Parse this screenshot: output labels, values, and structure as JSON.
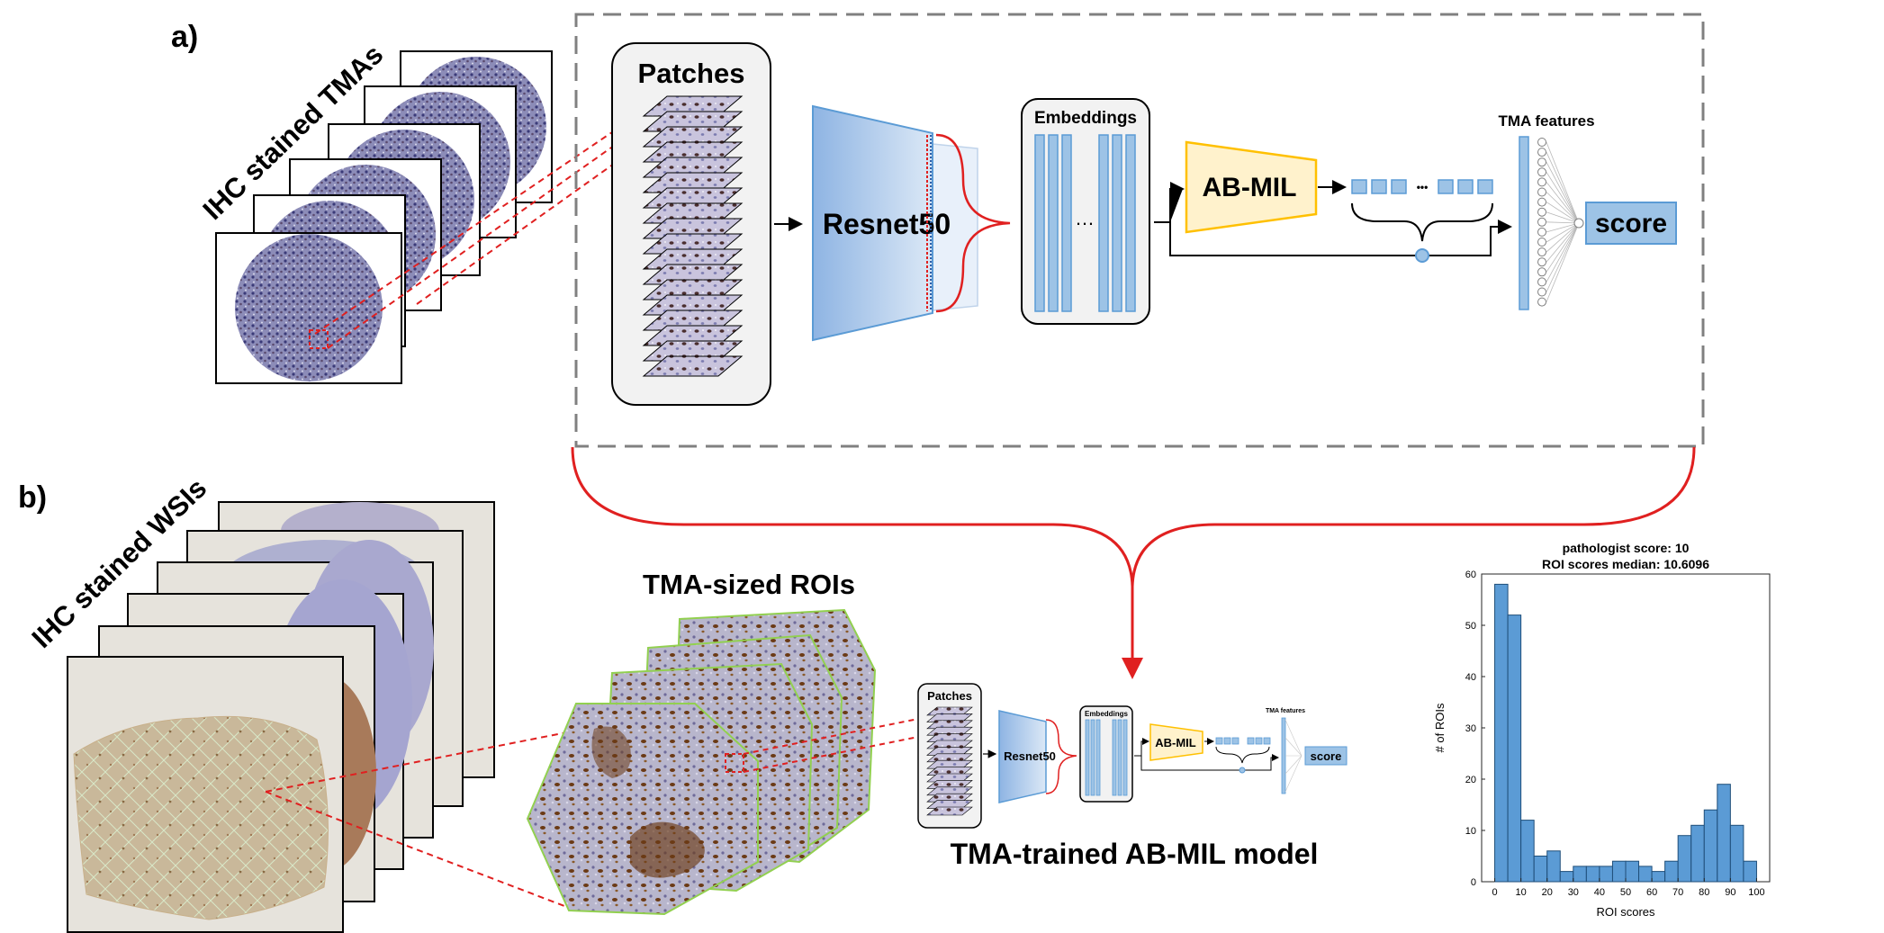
{
  "panel_a": {
    "label": "a)",
    "stack_title": "IHC stained TMAs",
    "patches_title": "Patches",
    "backbone_label": "Resnet50",
    "embeddings_title": "Embeddings",
    "embeddings_dots": "…",
    "abmil_label": "AB-MIL",
    "attention_dots": "•••",
    "features_title": "TMA features",
    "score_label": "score"
  },
  "panel_b": {
    "label": "b)",
    "stack_title": "IHC stained WSIs",
    "rois_title": "TMA-sized ROIs",
    "model_title": "TMA-trained AB-MIL model",
    "mini_patches": "Patches",
    "mini_backbone": "Resnet50",
    "mini_embeddings": "Embeddings",
    "mini_abmil": "AB-MIL",
    "mini_features": "TMA features",
    "mini_score": "score"
  },
  "colors": {
    "block_blue": "#9dc3e6",
    "block_blue_edge": "#5b9bd5",
    "abmil_fill": "#fff2cc",
    "abmil_edge": "#ffc000",
    "connector_red": "#e02020",
    "dashed_gray": "#808080",
    "tma_stain": "#4a4a8c",
    "wsi_bg": "#e6e3dc",
    "roi_stain": "#a58a6a",
    "roi_edge": "#92d050",
    "hist_bar": "#5b9bd5",
    "hist_bar_edge": "#1f4e79"
  },
  "chart_data": {
    "type": "bar",
    "title": "pathologist score: 10",
    "subtitle": "ROI scores median: 10.6096",
    "xlabel": "ROI scores",
    "ylabel": "# of ROIs",
    "bin_edges": [
      0,
      5,
      10,
      15,
      20,
      25,
      30,
      35,
      40,
      45,
      50,
      55,
      60,
      65,
      70,
      75,
      80,
      85,
      90,
      95,
      100
    ],
    "values": [
      58,
      52,
      12,
      5,
      6,
      2,
      3,
      3,
      3,
      4,
      4,
      3,
      2,
      4,
      9,
      11,
      14,
      19,
      11,
      4
    ],
    "xlim": [
      -5,
      105
    ],
    "ylim": [
      0,
      60
    ],
    "xticks": [
      0,
      10,
      20,
      30,
      40,
      50,
      60,
      70,
      80,
      90,
      100
    ],
    "yticks": [
      0,
      10,
      20,
      30,
      40,
      50,
      60
    ],
    "grid": false,
    "legend": "none"
  }
}
